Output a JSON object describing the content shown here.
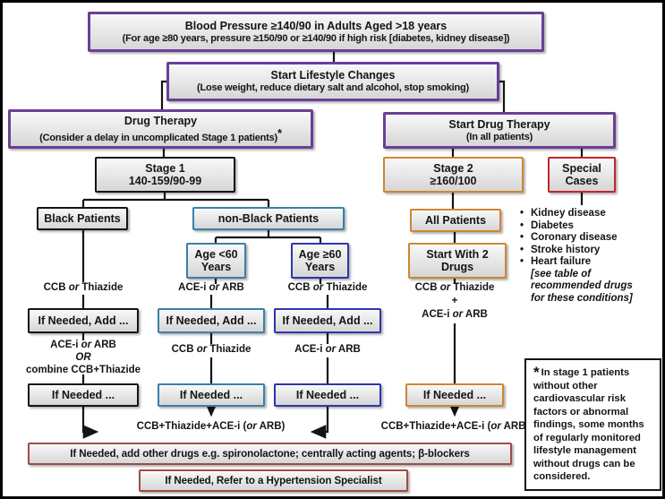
{
  "colors": {
    "purple": "#6a3f97",
    "black": "#141414",
    "teal": "#3a80a8",
    "blue": "#2d35ae",
    "orange": "#cd8632",
    "red": "#c0262c",
    "maroon": "#9e4c44"
  },
  "top_box": {
    "line1": "Blood Pressure ≥140/90 in Adults Aged >18 years",
    "line2": "(For age ≥80 years, pressure ≥150/90 or ≥140/90 if high risk [diabetes, kidney disease])"
  },
  "lifestyle_box": {
    "line1": "Start Lifestyle Changes",
    "line2": "(Lose weight, reduce dietary salt and alcohol, stop smoking)"
  },
  "drug_therapy_box": {
    "line1": "Drug Therapy",
    "line2": "(Consider a delay in uncomplicated Stage 1 patients)",
    "asterisk": "*"
  },
  "start_drug_therapy_box": {
    "line1": "Start Drug Therapy",
    "line2": "(In all patients)"
  },
  "stage1_box": {
    "line1": "Stage 1",
    "line2": "140-159/90-99"
  },
  "stage2_box": {
    "line1": "Stage 2",
    "line2": "≥160/100"
  },
  "special_cases_box": {
    "line1": "Special",
    "line2": "Cases"
  },
  "black_patients_box": {
    "label": "Black Patients"
  },
  "nonblack_patients_box": {
    "label": "non-Black Patients"
  },
  "age_lt60_box": {
    "line1": "Age <60",
    "line2": "Years"
  },
  "age_ge60_box": {
    "line1": "Age ≥60",
    "line2": "Years"
  },
  "all_patients_box": {
    "label": "All Patients"
  },
  "start_two_drugs_box": {
    "line1": "Start With 2",
    "line2": "Drugs"
  },
  "if_needed_add_label": "If Needed, Add ...",
  "if_needed_label": "If Needed ...",
  "drug_lines": {
    "ccb_thiazide": {
      "pre": "CCB ",
      "or": "or",
      "post": " Thiazide"
    },
    "acei_arb": {
      "pre": "ACE-i ",
      "or": "or",
      "post": " ARB"
    },
    "plus": "+",
    "or_caps": "OR",
    "combine": "combine CCB+Thiazide",
    "triple": {
      "pre": "CCB+Thiazide+ACE-i (",
      "or": "or",
      "post": " ARB)"
    }
  },
  "special_cases_list": {
    "bullet": "•",
    "items": [
      "Kidney disease",
      "Diabetes",
      "Coronary disease",
      "Stroke history",
      "Heart failure"
    ],
    "see_table_note": "[see table of recommended drugs for these conditions]"
  },
  "bottom_bars": {
    "bar1": "If Needed, add other drugs e.g. spironolactone; centrally acting agents; β-blockers",
    "bar2": "If Needed, Refer to a Hypertension Specialist"
  },
  "footnote": {
    "asterisk": "*",
    "text": "In stage 1 patients without other cardiovascular risk factors or abnormal findings, some months of regularly monitored lifestyle management without drugs can be considered."
  }
}
